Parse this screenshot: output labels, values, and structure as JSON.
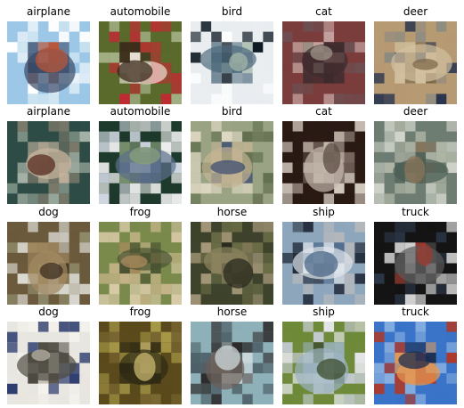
{
  "rows": [
    [
      {
        "label": "airplane",
        "palette": [
          "#9cc7e6",
          "#d7e9f4",
          "#3a4a66",
          "#b8563a",
          "#ffffff"
        ]
      },
      {
        "label": "automobile",
        "palette": [
          "#5a6a2c",
          "#c02b33",
          "#e9e1d4",
          "#3b2a1c",
          "#a7b48a"
        ]
      },
      {
        "label": "bird",
        "palette": [
          "#e9edf0",
          "#0f1a24",
          "#4d6a7c",
          "#a3b6a8",
          "#ffffff"
        ]
      },
      {
        "label": "cat",
        "palette": [
          "#7b3d3c",
          "#c4a3a0",
          "#3c2b2e",
          "#9e9488",
          "#6d4f52"
        ]
      },
      {
        "label": "deer",
        "palette": [
          "#b69a73",
          "#1f2d4c",
          "#d2c0a0",
          "#7f6a4a",
          "#8a8a82"
        ]
      }
    ],
    [
      {
        "label": "airplane",
        "palette": [
          "#2e4c46",
          "#7b7a6a",
          "#c9b7a0",
          "#5a2e22",
          "#a7b4a8"
        ]
      },
      {
        "label": "automobile",
        "palette": [
          "#1e3a2c",
          "#d7dde8",
          "#5c6f8c",
          "#8aa07a",
          "#f2f2f2"
        ]
      },
      {
        "label": "bird",
        "palette": [
          "#9aa384",
          "#5c6a4a",
          "#c3b393",
          "#3d4e72",
          "#e4dcc8"
        ]
      },
      {
        "label": "cat",
        "palette": [
          "#2a1a14",
          "#8a7b72",
          "#c4b8ad",
          "#5e4e44",
          "#d9cfc4"
        ]
      },
      {
        "label": "deer",
        "palette": [
          "#6e7d72",
          "#b1b8a8",
          "#4b5e54",
          "#8a7458",
          "#d2d6cb"
        ]
      }
    ],
    [
      {
        "label": "dog",
        "palette": [
          "#6b5a3c",
          "#dcdcd4",
          "#a38a62",
          "#3b2e20",
          "#8e8a6a"
        ]
      },
      {
        "label": "frog",
        "palette": [
          "#7a8a4c",
          "#c7b58a",
          "#4a5232",
          "#ab8a5e",
          "#d9cba8"
        ]
      },
      {
        "label": "horse",
        "palette": [
          "#3e432c",
          "#6d7048",
          "#8e8460",
          "#292a1e",
          "#a5987a"
        ]
      },
      {
        "label": "ship",
        "palette": [
          "#8ea6bc",
          "#222c3c",
          "#dfe4ea",
          "#4d6a8a",
          "#b4b8bc"
        ]
      },
      {
        "label": "truck",
        "palette": [
          "#141414",
          "#d6d6d6",
          "#5a5a5a",
          "#9a3c32",
          "#2e3a4c"
        ]
      }
    ],
    [
      {
        "label": "dog",
        "palette": [
          "#e8e6e0",
          "#2a3a6c",
          "#4d4a42",
          "#b8b2a4",
          "#f4f2ec"
        ]
      },
      {
        "label": "frog",
        "palette": [
          "#5a4a1c",
          "#a89a48",
          "#2e2a14",
          "#c9b870",
          "#7d6a34"
        ]
      },
      {
        "label": "horse",
        "palette": [
          "#8eb0b8",
          "#2c2a2a",
          "#6b5e58",
          "#cfdadc",
          "#4a5c64"
        ]
      },
      {
        "label": "ship",
        "palette": [
          "#6e8a3a",
          "#e2e4e6",
          "#9cb4c4",
          "#3b4c2c",
          "#c4cbd2"
        ]
      },
      {
        "label": "truck",
        "palette": [
          "#3a74c8",
          "#b8341c",
          "#e89a52",
          "#1c2c4c",
          "#8ab0e0"
        ]
      }
    ]
  ]
}
